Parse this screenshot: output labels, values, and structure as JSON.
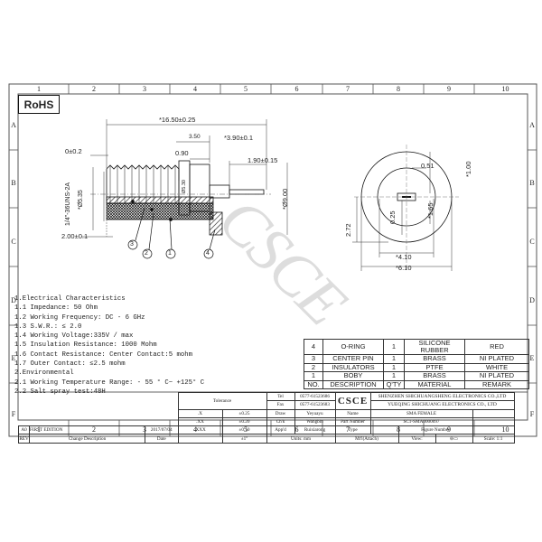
{
  "ruler": {
    "columns": [
      "1",
      "2",
      "3",
      "4",
      "5",
      "6",
      "7",
      "8",
      "9",
      "10"
    ],
    "rows": [
      "A",
      "B",
      "C",
      "D",
      "E",
      "F"
    ]
  },
  "badge": {
    "rohs": "RoHS"
  },
  "watermark": "CSCE",
  "dims": {
    "overall": "*16.50±0.25",
    "d350": "3.50",
    "d390": "*3.90±0.1",
    "d02": "0±0.2",
    "d090": "0.90",
    "d190": "1.90±0.15",
    "thread": "1/4\"-36UNS-2A",
    "d535": "*Ø5.35",
    "d530": "Ø5.30",
    "d900": "*Ø9.00",
    "d200": "2.00±0.1",
    "d051": "0.51",
    "d100": "*1.00",
    "d025": "0.25",
    "d165": "*1.65",
    "d272": "2.72",
    "d410": "*4.10",
    "d610": "*6.10"
  },
  "balloons": [
    "1",
    "2",
    "3",
    "4"
  ],
  "notes": [
    "1.Electrical Characteristics",
    " 1.1 Impedance: 50 Ohm",
    " 1.2 Working Frequency: DC - 6 GHz",
    " 1.3 S.W.R.: ≤ 2.0",
    " 1.4 Working Voltage:335V / max",
    " 1.5 Insulation Resistance: 1000 Mohm",
    " 1.6 Contact Resistance: Center Contact:5 mohm",
    " 1.7 Outer Contact: ≤2.5 mohm",
    "2.Environmental",
    " 2.1 Working Temperature Range: - 55 ° C~ +125° C",
    " 2.2 Salt spray test:48H"
  ],
  "bom": [
    {
      "no": "4",
      "desc": "O-RING",
      "qty": "1",
      "material": "SILICONE RUBBER",
      "remark": "RED"
    },
    {
      "no": "3",
      "desc": "CENTER PIN",
      "qty": "1",
      "material": "BRASS",
      "remark": "NI PLATED"
    },
    {
      "no": "2",
      "desc": "INSULATORS",
      "qty": "1",
      "material": "PTFE",
      "remark": "WHITE"
    },
    {
      "no": "1",
      "desc": "BOBY",
      "qty": "1",
      "material": "BRASS",
      "remark": "NI PLATED"
    }
  ],
  "bom_header": {
    "no": "NO.",
    "desc": "DESCRIPTION",
    "qty": "Q'TY",
    "material": "MATERIAL",
    "remark": "REMARK"
  },
  "titleblock": {
    "tolerance": "Tolerance",
    "tel_label": "Tel",
    "tel": "0577-61523686",
    "fax_label": "Fax",
    "fax": "0577-61523683",
    "logo": "CSCE",
    "company_cn": "SHENZHEN SHICHUANGSHENG ELECTRONICS CO.,LTD",
    "company_cn2": "YUEQING SHICHUANG ELECTRONICS CO., LTD",
    "tol_x": ".X",
    "tol_x_val": "±0.25",
    "tol_xx": ".XX",
    "tol_xx_val": "±0.20",
    "tol_xxx": ".XXX",
    "tol_xxx_val": "±0.10",
    "tol_ang_val": "±1°",
    "draw_label": "Draw",
    "draw": "Yeyuayu",
    "chk_label": "Ch'k",
    "chk": "Wangbin",
    "app_label": "App'd",
    "app": "Ruixiarong",
    "name_label": "Name",
    "name": "SMA FEMALE",
    "part_label": "Part Number",
    "part": "SC1-SMA0000097",
    "type_label": "Type",
    "figure_label": "Figure Number",
    "units": "Units: mm",
    "mt": "Mt'l(Attach)",
    "view": "View:",
    "scale": "Scale: 1:1",
    "rev_a0": "A0",
    "first_edition": "FIRST EDITION",
    "date_val": "2017/07/04",
    "rev_label": "REV",
    "change_label": "Change Description",
    "date_label": "Date"
  }
}
